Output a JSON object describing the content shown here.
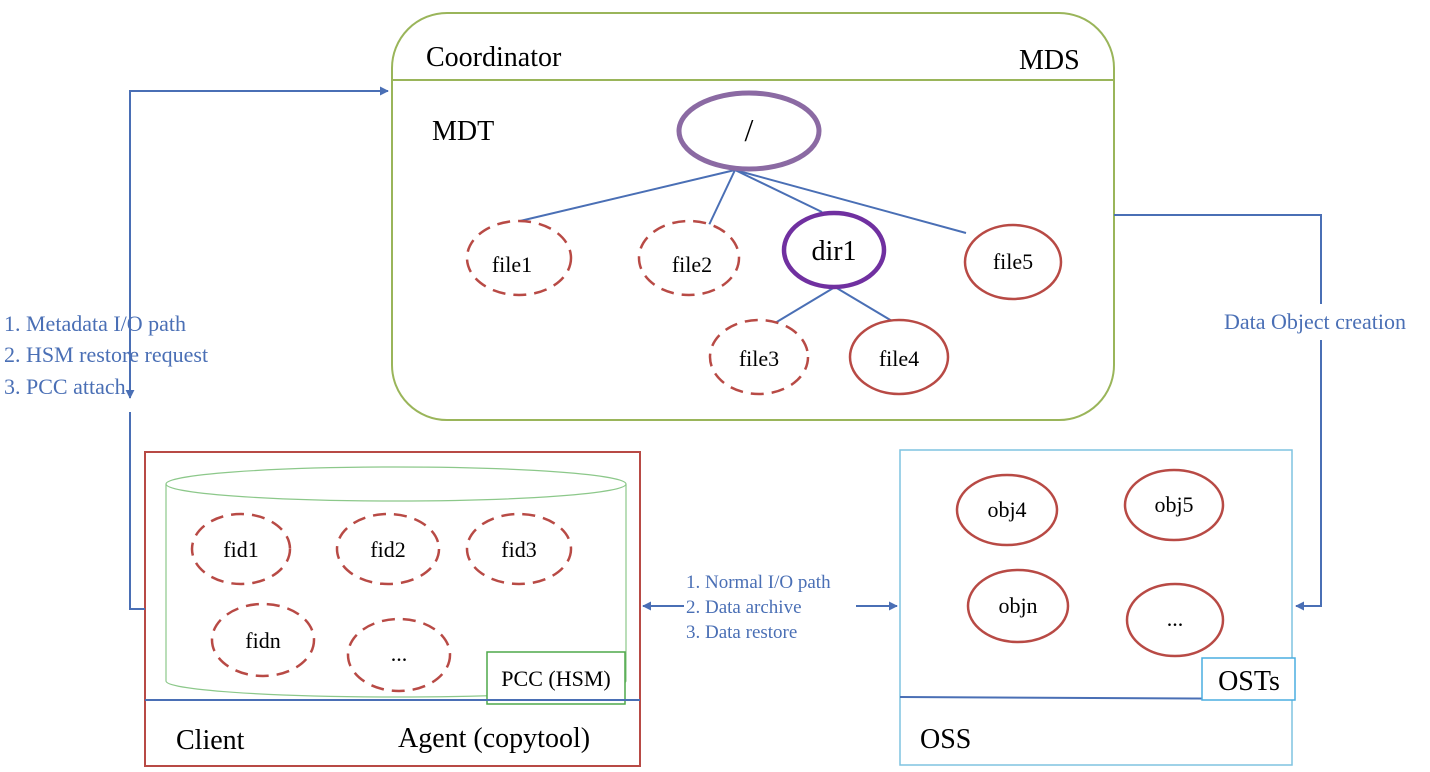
{
  "colors": {
    "mds_border": "#9ab55a",
    "client_border": "#b84a45",
    "oss_border": "#7fc3e0",
    "pcc_border": "#4ea84a",
    "cylinder_border": "#8cc88a",
    "arrow_blue": "#4a6fb5",
    "file_node": "#b84a45",
    "dir_node": "#7030a0",
    "root_node": "#8b6aa3",
    "text_blue": "#4a6fb5"
  },
  "mds": {
    "coordinator_label": "Coordinator",
    "mds_label": "MDS",
    "mdt_label": "MDT",
    "root_label": "/",
    "nodes": {
      "file1": "file1",
      "file2": "file2",
      "dir1": "dir1",
      "file5": "file5",
      "file3": "file3",
      "file4": "file4"
    }
  },
  "client": {
    "client_label": "Client",
    "agent_label": "Agent (copytool)",
    "pcc_label": "PCC (HSM)",
    "fids": {
      "fid1": "fid1",
      "fid2": "fid2",
      "fid3": "fid3",
      "fidn": "fidn",
      "more": "..."
    }
  },
  "oss": {
    "oss_label": "OSS",
    "osts_label": "OSTs",
    "objects": {
      "obj4": "obj4",
      "obj5": "obj5",
      "objn": "objn",
      "more": "..."
    }
  },
  "links": {
    "metadata_lines": [
      "1. Metadata I/O path",
      "2. HSM restore request",
      "3. PCC attach"
    ],
    "data_object_creation": "Data Object creation",
    "io_lines": [
      "1. Normal I/O path",
      "2. Data archive",
      "3. Data restore"
    ]
  }
}
